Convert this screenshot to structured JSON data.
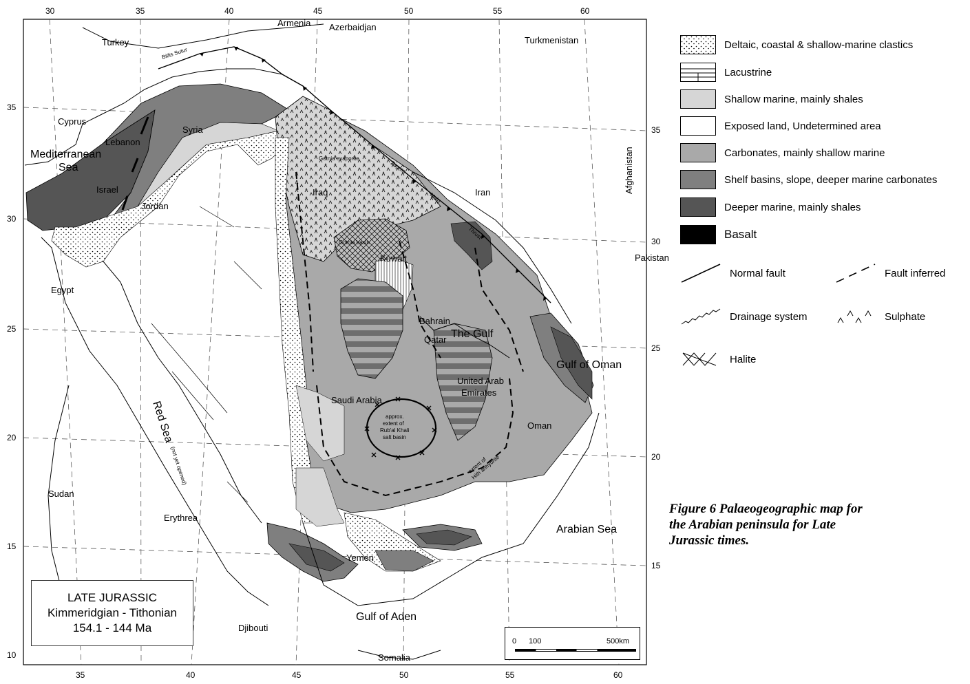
{
  "top_ticks": [
    "30",
    "35",
    "40",
    "45",
    "50",
    "55",
    "60"
  ],
  "bottom_ticks": [
    "35",
    "40",
    "45",
    "50",
    "55",
    "60"
  ],
  "left_ticks": [
    "35",
    "30",
    "25",
    "20",
    "15",
    "10"
  ],
  "right_ticks": [
    "35",
    "30",
    "25",
    "20",
    "15"
  ],
  "labels": {
    "turkey": "Turkey",
    "armenia": "Armenia",
    "azerbaidjan": "Azerbaidjan",
    "turkmenistan": "Turkmenistan",
    "bitlis": "Bitlis Sutur",
    "cyprus": "Cyprus",
    "lebanon": "Lebanon",
    "syria": "Syria",
    "med1": "Mediterranean",
    "med2": "Sea",
    "israel": "Israel",
    "jordan": "Jordan",
    "iraq": "Iraq",
    "iran": "Iran",
    "afghanistan": "Afghanistan",
    "pakistan": "Pakistan",
    "zagros": "Zagros",
    "main": "Main",
    "thrust": "Thrust",
    "gotnia": "Gotnia evaporite",
    "kuwait": "Kuwait",
    "gotnia_basin": "Gotnia basin",
    "egypt": "Egypt",
    "bahrain": "Bahrain",
    "qatar": "Qatar",
    "the_gulf": "The Gulf",
    "gulf_oman": "Gulf of Oman",
    "uae1": "United Arab",
    "uae2": "Emirates",
    "saudi": "Saudi Arabia",
    "redsea": "Red Sea",
    "redsea_note": "(not yet opened)",
    "approx1": "approx.",
    "approx2": "extent of",
    "approx3": "Rub'al Khali",
    "approx4": "salt basin",
    "oman": "Oman",
    "hith1": "extent of",
    "hith2": "Hith anhydrite",
    "sudan": "Sudan",
    "erythrea": "Erythrea",
    "yemen": "Yemen",
    "arabian_sea": "Arabian Sea",
    "gulf_aden": "Gulf of Aden",
    "djibouti": "Djibouti",
    "somalia": "Somalia"
  },
  "title_box": {
    "line1": "LATE JURASSIC",
    "line2": "Kimmeridgian - Tithonian",
    "line3": "154.1 - 144 Ma"
  },
  "scale": {
    "zero": "0",
    "hundred": "100",
    "five_hundred": "500km"
  },
  "legend": [
    {
      "label": "Deltaic, coastal & shallow-marine clastics",
      "pattern": "dots",
      "color": "#ffffff"
    },
    {
      "label": "Lacustrine",
      "pattern": "lines",
      "color": "#ffffff"
    },
    {
      "label": "Shallow marine, mainly shales",
      "pattern": "solid",
      "color": "#d6d6d6"
    },
    {
      "label": "Exposed land,  Undetermined area",
      "pattern": "solid",
      "color": "#ffffff"
    },
    {
      "label": "Carbonates, mainly shallow marine",
      "pattern": "solid",
      "color": "#a9a9a9"
    },
    {
      "label": "Shelf basins, slope, deeper marine carbonates",
      "pattern": "solid",
      "color": "#7f7f7f"
    },
    {
      "label": "Deeper marine, mainly shales",
      "pattern": "solid",
      "color": "#555555"
    },
    {
      "label": "Basalt",
      "pattern": "solid",
      "color": "#000000"
    }
  ],
  "symbols": {
    "normal_fault": "Normal fault",
    "fault_inferred": "Fault inferred",
    "drainage": "Drainage system",
    "sulphate": "Sulphate",
    "halite": "Halite"
  },
  "caption": {
    "line1": "Figure 6  Palaeogeographic map for",
    "line2": "the  Arabian  peninsula  for  Late",
    "line3": "Jurassic times."
  }
}
